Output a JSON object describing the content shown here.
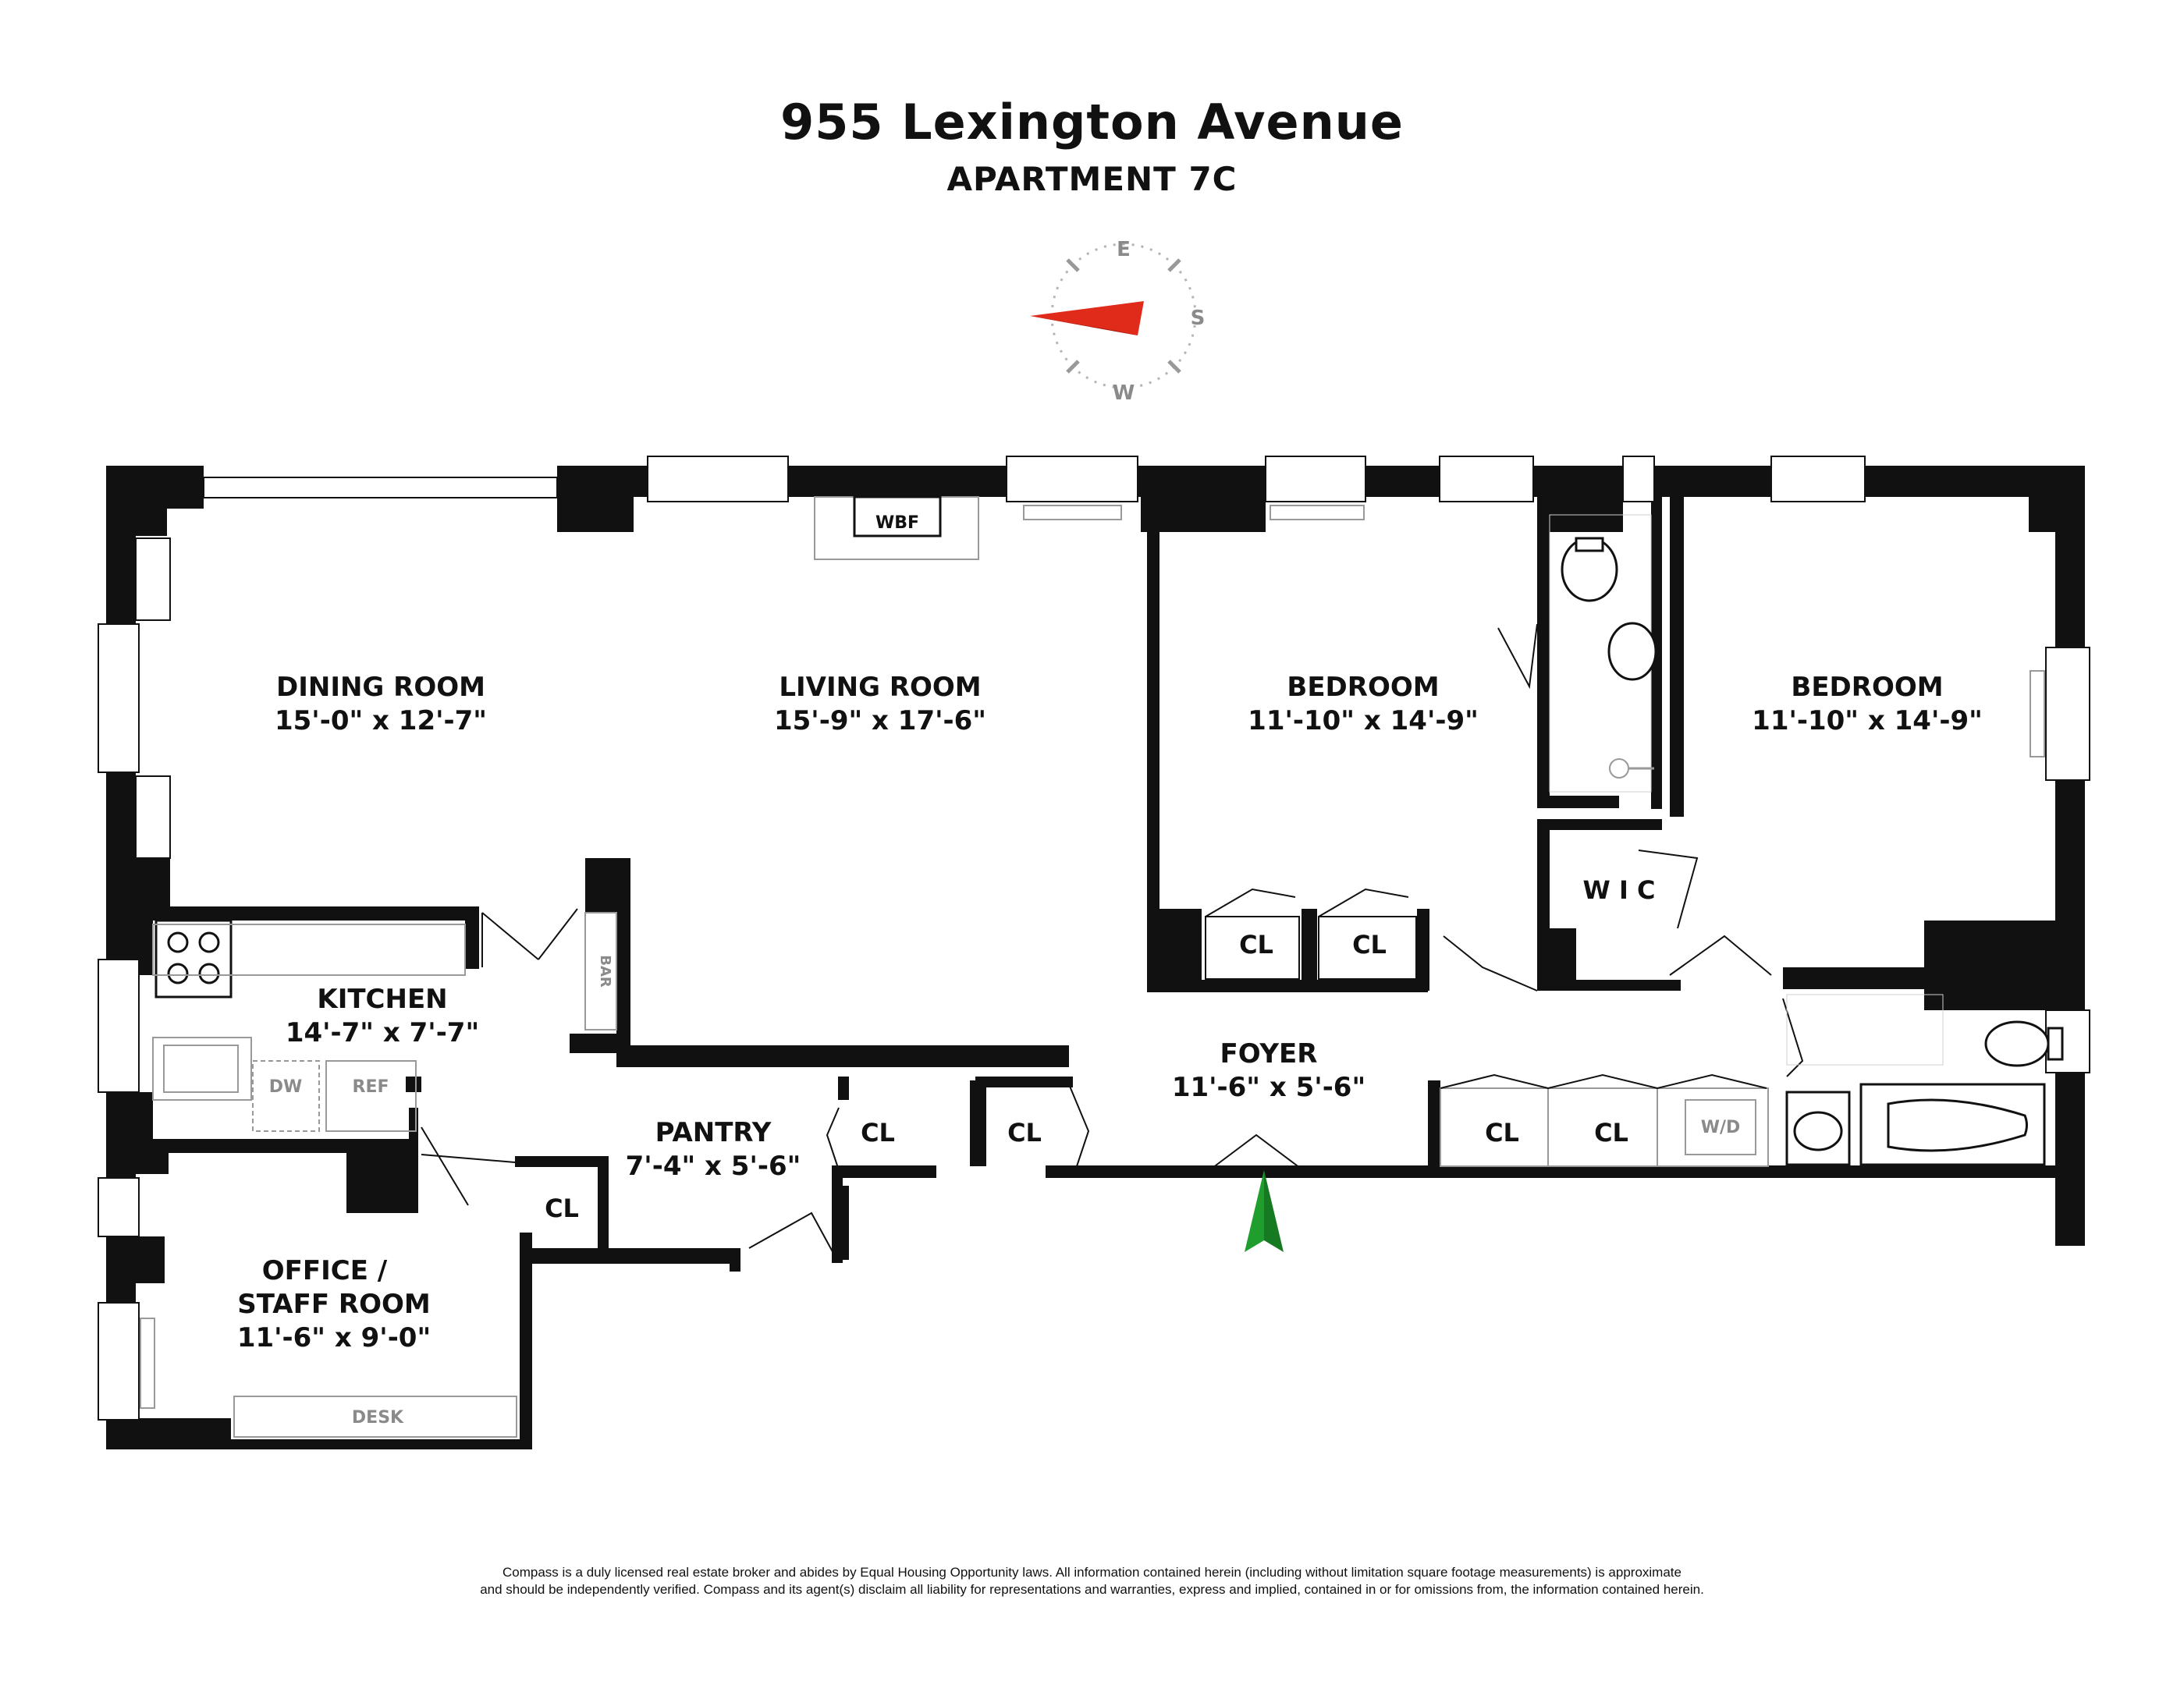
{
  "header": {
    "address": "955 Lexington Avenue",
    "unit": "APARTMENT 7C"
  },
  "compass": {
    "e": "E",
    "s": "S",
    "w": "W"
  },
  "rooms": {
    "dining": {
      "name": "DINING ROOM",
      "dims": "15'-0\" x 12'-7\""
    },
    "living": {
      "name": "LIVING ROOM",
      "dims": "15'-9\" x 17'-6\""
    },
    "bedroom1": {
      "name": "BEDROOM",
      "dims": "11'-10\" x 14'-9\""
    },
    "bedroom2": {
      "name": "BEDROOM",
      "dims": "11'-10\" x 14'-9\""
    },
    "kitchen": {
      "name": "KITCHEN",
      "dims": "14'-7\" x 7'-7\""
    },
    "pantry": {
      "name": "PANTRY",
      "dims": "7'-4\" x 5'-6\""
    },
    "foyer": {
      "name": "FOYER",
      "dims": "11'-6\" x 5'-6\""
    },
    "office": {
      "name_line1": "OFFICE /",
      "name_line2": "STAFF ROOM",
      "dims": "11'-6\" x 9'-0\""
    }
  },
  "fixtures": {
    "wbf": "WBF",
    "bar": "BAR",
    "dw": "DW",
    "ref": "REF",
    "desk": "DESK",
    "wd": "W/D",
    "wic": "W I C",
    "closet": "CL"
  },
  "disclaimer": {
    "line1": "Compass is a duly licensed real estate broker and abides by Equal Housing Opportunity laws. All information contained herein (including without limitation square footage measurements) is approximate",
    "line2": "and should be independently verified. Compass and its agent(s) disclaim all liability for representations and warranties, express and implied, contained in or for omissions from, the information contained herein."
  },
  "colors": {
    "wall": "#111111",
    "fixture": "#8a8a8a",
    "compass_needle": "#e02a1a",
    "entry_arrow": "#1f9e2e"
  }
}
